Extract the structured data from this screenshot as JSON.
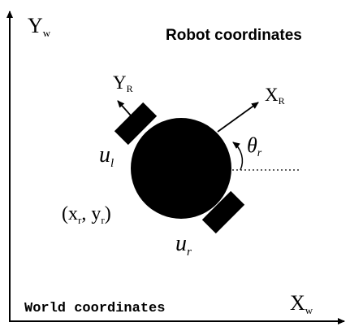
{
  "figure": {
    "title": "Robot coordinates",
    "world_label": "World coordinates",
    "axes": {
      "yw": {
        "main": "Y",
        "sub": "w"
      },
      "xw": {
        "main": "X",
        "sub": "w"
      },
      "yr": {
        "main": "Y",
        "sub": "R"
      },
      "xr": {
        "main": "X",
        "sub": "R"
      }
    },
    "theta": {
      "main": "θ",
      "sub": "r"
    },
    "wheels": {
      "left": {
        "main": "u",
        "sub": "l"
      },
      "right": {
        "main": "u",
        "sub": "r"
      }
    },
    "position": {
      "open": "(x",
      "sub1": "r",
      "mid": ", y",
      "sub2": "r",
      "close": ")"
    }
  }
}
